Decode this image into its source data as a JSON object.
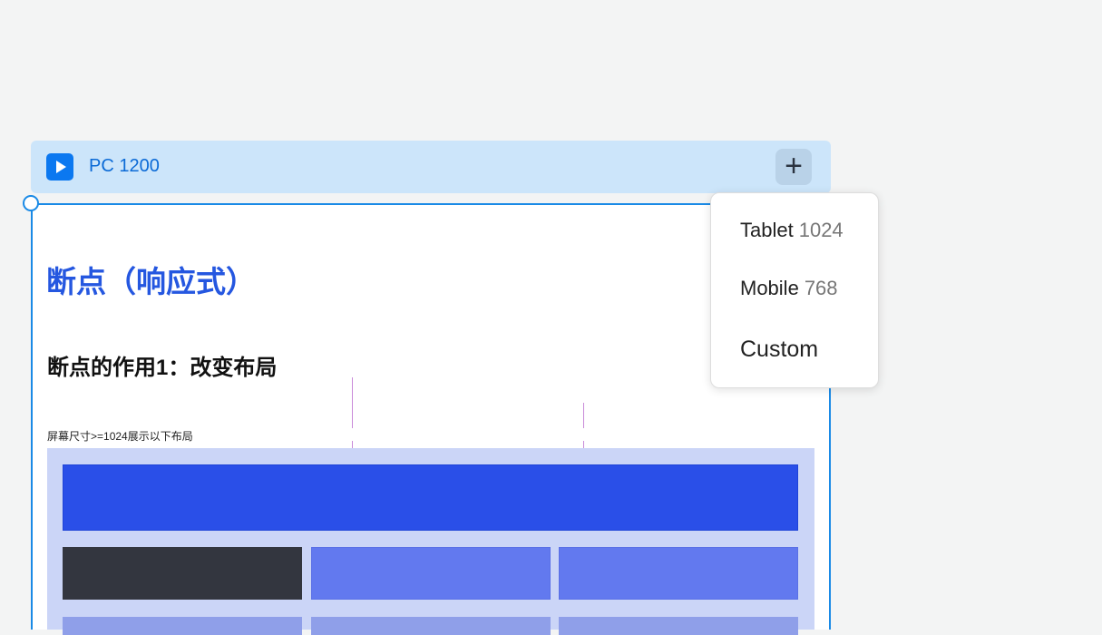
{
  "header": {
    "title": "PC 1200",
    "play_icon": "play-icon",
    "add_icon": "plus-icon"
  },
  "content": {
    "heading": "断点（响应式）",
    "subheading": "断点的作用1：改变布局",
    "note": "屏幕尺寸>=1024展示以下布局"
  },
  "menu": {
    "items": [
      {
        "label": "Tablet",
        "value": "1024"
      },
      {
        "label": "Mobile",
        "value": "768"
      },
      {
        "label": "Custom"
      }
    ]
  },
  "colors": {
    "accent": "#1a8ae6",
    "header_bg": "#cce5fa",
    "layout_bg": "#cbd5f7",
    "block_primary": "#2a4fe8",
    "block_dark": "#33363f",
    "block_light": "#6279ef"
  }
}
